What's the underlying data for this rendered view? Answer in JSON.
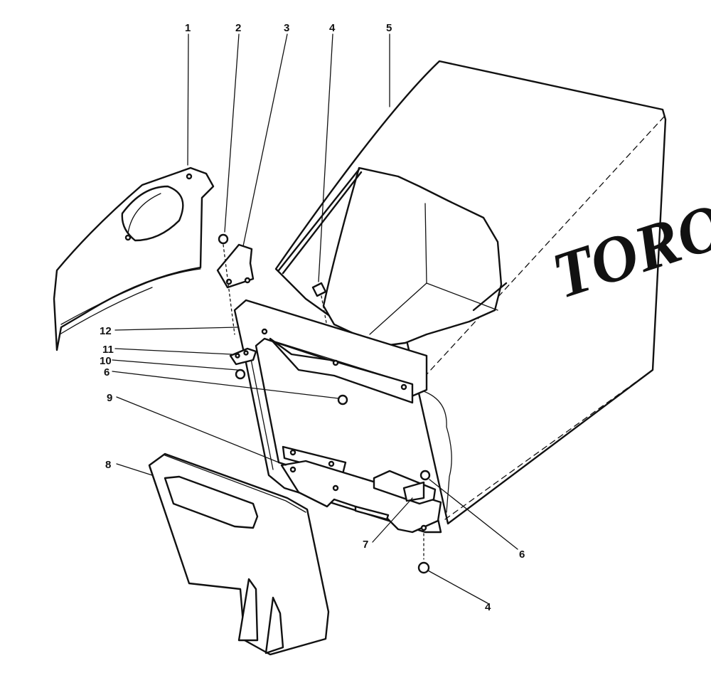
{
  "logo_text": "TORO",
  "callouts": {
    "c1": "1",
    "c2": "2",
    "c3": "3",
    "c4a": "4",
    "c5": "5",
    "c12": "12",
    "c11": "11",
    "c10": "10",
    "c6a": "6",
    "c9": "9",
    "c8": "8",
    "c7": "7",
    "c6b": "6",
    "c4b": "4"
  }
}
